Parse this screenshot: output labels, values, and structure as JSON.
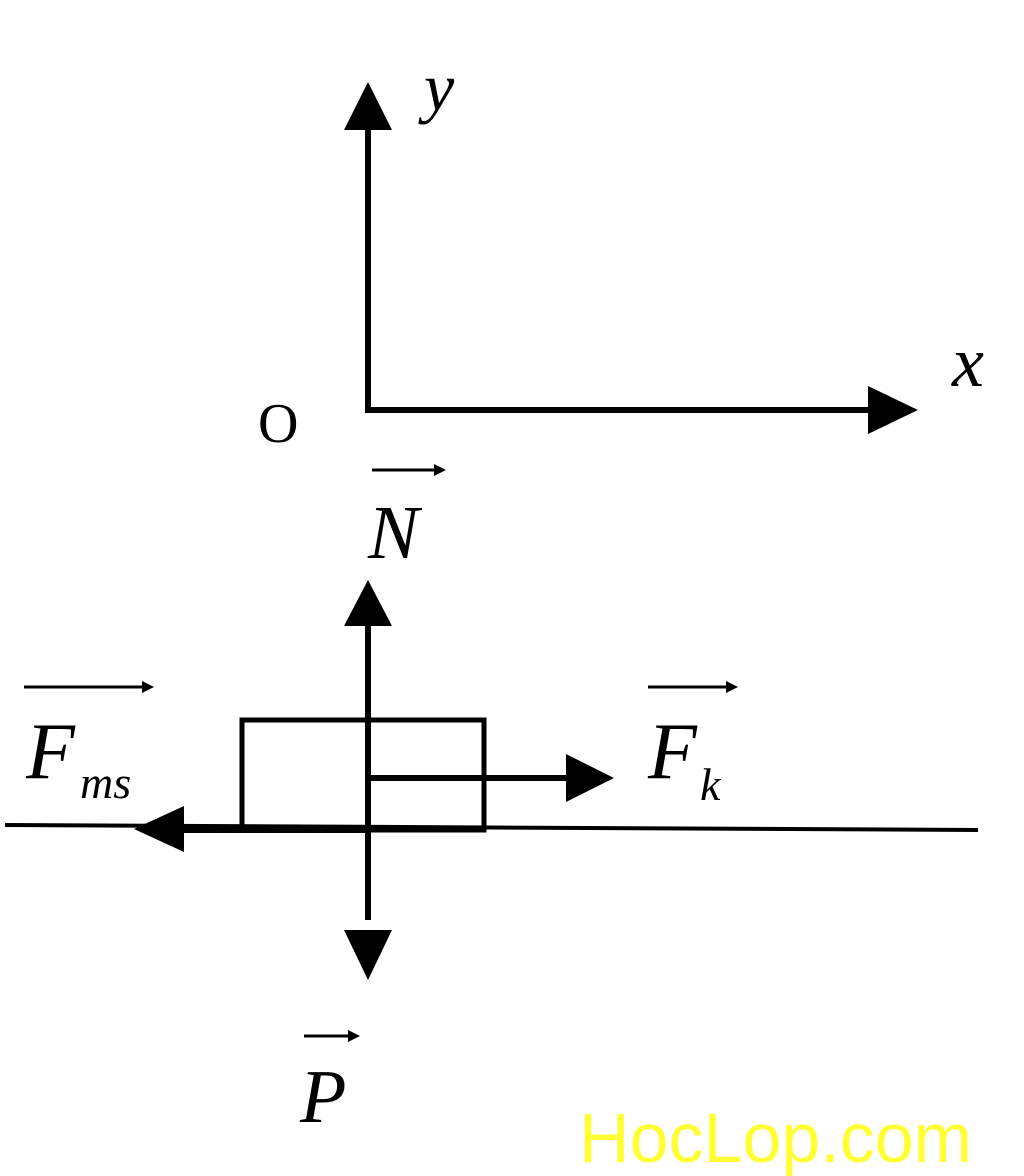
{
  "axes": {
    "y_label": "y",
    "x_label": "x",
    "origin_label": "O"
  },
  "forces": {
    "normal": {
      "symbol": "N",
      "subscript": ""
    },
    "friction": {
      "symbol": "F",
      "subscript": "ms"
    },
    "pulling": {
      "symbol": "F",
      "subscript": "k"
    },
    "weight": {
      "symbol": "P",
      "subscript": ""
    }
  },
  "watermark": {
    "text": "HocLop.com",
    "color": "#ffff33"
  },
  "colors": {
    "line": "#000000",
    "background": "#ffffff"
  }
}
